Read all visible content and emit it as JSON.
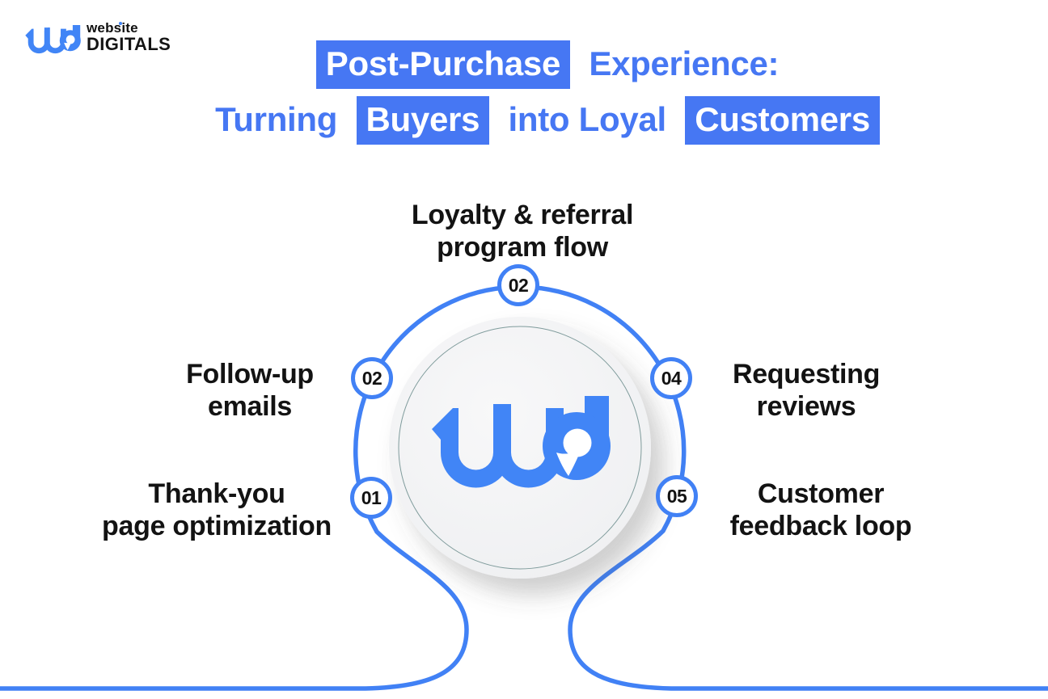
{
  "brand": {
    "name_top": "website",
    "name_bottom": "DIGITALS",
    "logo": "wd-logo"
  },
  "title": {
    "l1_highlight": "Post-Purchase",
    "l1_rest": "Experience:",
    "l2_pre": "Turning",
    "l2_highlight1": "Buyers",
    "l2_mid": "into Loyal",
    "l2_highlight2": "Customers"
  },
  "center": {
    "logo": "wd-logo"
  },
  "nodes": [
    {
      "number": "01",
      "label1": "Thank-you",
      "label2": "page optimization",
      "position": "left-bottom"
    },
    {
      "number": "02",
      "label1": "Follow-up",
      "label2": "emails",
      "position": "left-top"
    },
    {
      "number": "02",
      "label1": "Loyalty & referral",
      "label2": "program flow",
      "position": "top"
    },
    {
      "number": "04",
      "label1": "Requesting",
      "label2": "reviews",
      "position": "right-top"
    },
    {
      "number": "05",
      "label1": "Customer",
      "label2": "feedback loop",
      "position": "right-bottom"
    }
  ],
  "colors": {
    "accent": "#4677F3",
    "ring_blue": "#4181F5",
    "logo_blue": "#4185F6",
    "label_text": "#131313",
    "circle_fill": "#f4f4f6",
    "inner_ring": "#587e7e"
  }
}
